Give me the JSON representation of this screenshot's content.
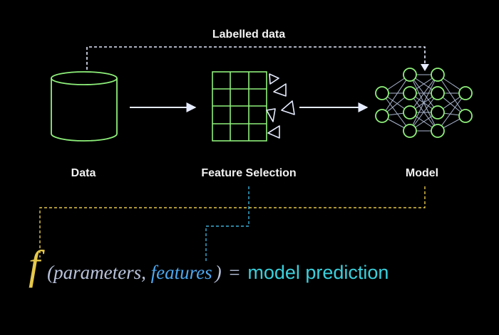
{
  "labels": {
    "labelled_data": "Labelled data",
    "data": "Data",
    "feature_selection": "Feature Selection",
    "model": "Model"
  },
  "formula": {
    "f": "f",
    "open_paren": "(parameters, ",
    "features": "features",
    "close_paren": ")",
    "equals": " = ",
    "result": "model prediction"
  },
  "colors": {
    "background": "#000000",
    "green": "#8ef07a",
    "arrow": "#e6ecff",
    "text": "#f2f2f2",
    "gold": "#e6c84a",
    "formula_text": "#b9c3dc",
    "blue": "#4da8f0",
    "cyan": "#3ad0dc",
    "node_edges": "#c9d6f5"
  },
  "icons": {
    "data": "database-cylinder-icon",
    "features": "feature-grid-icon",
    "model": "neural-network-icon"
  }
}
